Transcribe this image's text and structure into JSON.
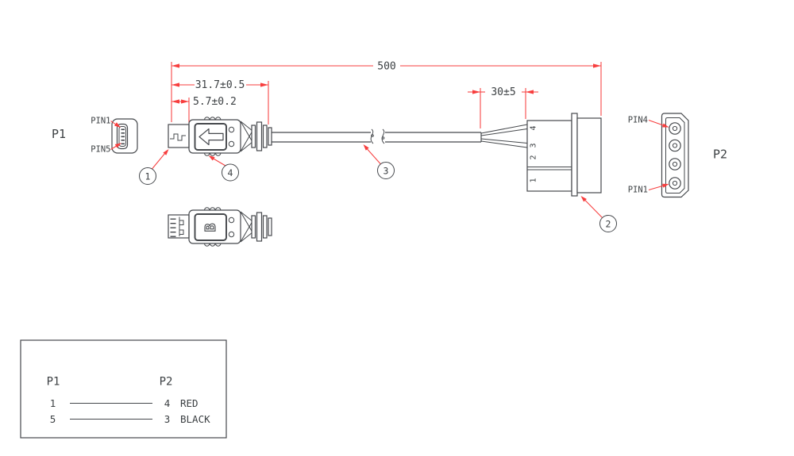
{
  "colors": {
    "line_gray": "#45484c",
    "text_gray": "#3c4043",
    "dimension_red": "#f73e3e",
    "background": "#ffffff"
  },
  "dimensions": {
    "overall_length": "500",
    "connector_length": "31.7±0.5",
    "tip_length": "5.7±0.2",
    "strip_length": "30±5"
  },
  "p1_face_view": {
    "label": "P1",
    "pin_top": "PIN1",
    "pin_bottom": "PIN5"
  },
  "p2_face_view": {
    "label": "P2",
    "pin_top": "PIN4",
    "pin_bottom": "PIN1"
  },
  "usb_bottom_view": {
    "marking": "B"
  },
  "balloons": {
    "usb_tip": "1",
    "molex_connector": "2",
    "cable": "3",
    "usb_body": "4"
  },
  "molex_side_view": {
    "positions": [
      "4",
      "3",
      "2",
      "1"
    ]
  },
  "wiring_table": {
    "p1_header": "P1",
    "p2_header": "P2",
    "rows": [
      {
        "from": "1",
        "to": "4",
        "wire": "RED"
      },
      {
        "from": "5",
        "to": "3",
        "wire": "BLACK"
      }
    ]
  }
}
